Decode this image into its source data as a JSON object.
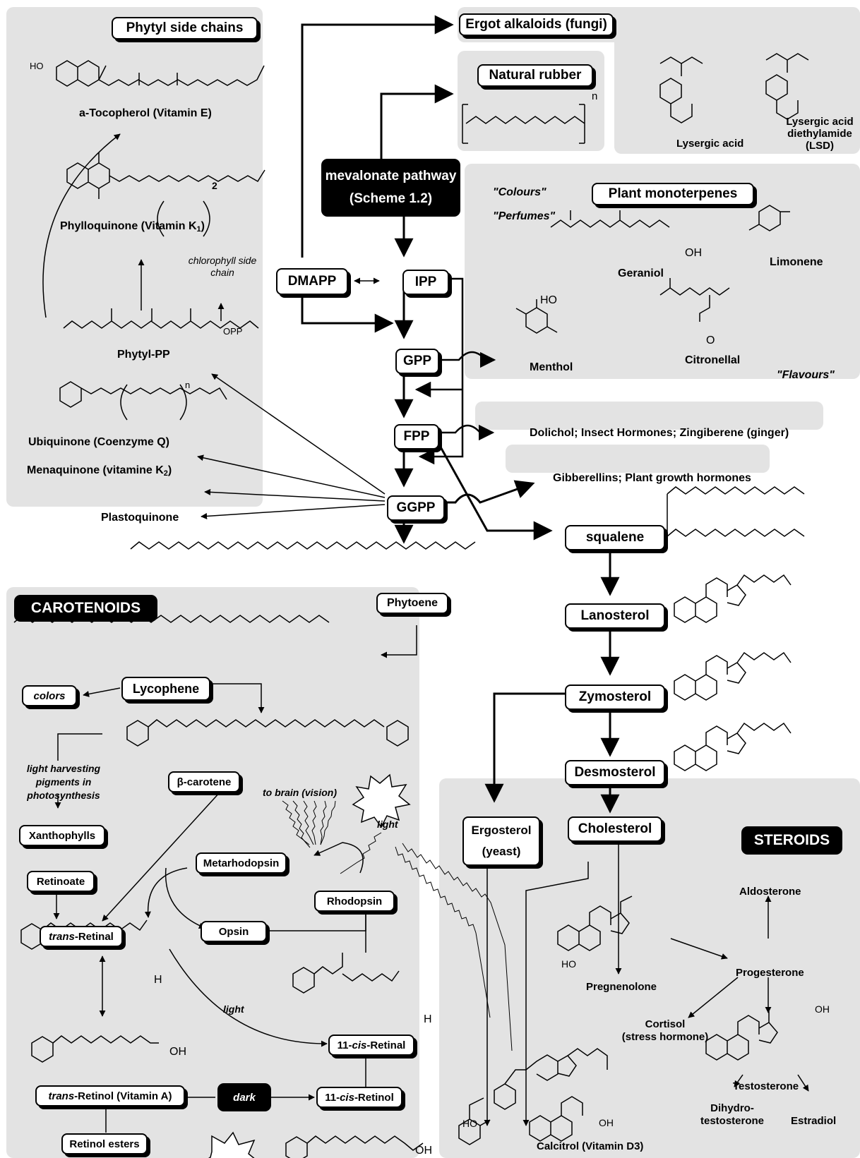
{
  "panels": {
    "phytyl_title": "Phytyl side chains",
    "ergot_title": "Ergot alkaloids (fungi)",
    "rubber_title": "Natural rubber",
    "monoterpenes_title": "Plant monoterpenes",
    "carotenoids_title": "CAROTENOIDS",
    "steroids_title": "STEROIDS"
  },
  "core": {
    "mevalonate_line1": "mevalonate pathway",
    "mevalonate_line2": "(Scheme 1.2)",
    "dmapp": "DMAPP",
    "ipp": "IPP",
    "gpp": "GPP",
    "fpp": "FPP",
    "ggpp": "GGPP"
  },
  "phytyl": {
    "tocopherol": "a-Tocopherol (Vitamin E)",
    "phylloquinone": "Phylloquinone (Vitamin K",
    "phylloquinone_sub": "1",
    "phylloquinone_end": ")",
    "chlorophyll": "chlorophyll side chain",
    "phytyl_pp": "Phytyl-PP",
    "opp": "OPP",
    "ubiquinone": "Ubiquinone (Coenzyme Q)",
    "menaquinone": "Menaquinone (vitamine K",
    "menaquinone_sub": "2",
    "menaquinone_end": ")",
    "plastoquinone": "Plastoquinone",
    "subscript_n": "n",
    "subscript_2": "2"
  },
  "ergot": {
    "lysergic": "Lysergic acid",
    "lsd_1": "Lysergic acid",
    "lsd_2": "diethylamide",
    "lsd_3": "(LSD)"
  },
  "rubber": {
    "n": "n"
  },
  "monoterpenes": {
    "colours": "\"Colours\"",
    "perfumes": "\"Perfumes\"",
    "flavours": "\"Flavours\"",
    "geraniol": "Geraniol",
    "limonene": "Limonene",
    "menthol": "Menthol",
    "citronellal": "Citronellal",
    "oh": "OH",
    "ho": "HO",
    "o": "O"
  },
  "branches": {
    "dolichol": "Dolichol; Insect Hormones; Zingiberene (ginger)",
    "gibberellins": "Gibberellins; Plant growth hormones"
  },
  "sterol_path": {
    "squalene": "squalene",
    "lanosterol": "Lanosterol",
    "zymosterol": "Zymosterol",
    "desmosterol": "Desmosterol",
    "cholesterol": "Cholesterol",
    "ergosterol_1": "Ergosterol",
    "ergosterol_2": "(yeast)"
  },
  "carotenoids": {
    "phytoene": "Phytoene",
    "lycophene": "Lycophene",
    "colors": "colors",
    "light_harvesting": "light harvesting pigments in photosynthesis",
    "beta_carotene": "β-carotene",
    "xanthophylls": "Xanthophylls",
    "retinoate": "Retinoate",
    "trans_retinal_it": "trans",
    "trans_retinal": "-Retinal",
    "metarhodopsin": "Metarhodopsin",
    "opsin": "Opsin",
    "rhodopsin": "Rhodopsin",
    "to_brain": "to brain (vision)",
    "light": "light",
    "light2": "light",
    "cis_retinal_pre": "11-",
    "cis_retinal_it": "cis",
    "cis_retinal_post": "-Retinal",
    "cis_retinol_pre": "11-",
    "cis_retinol_it": "cis",
    "cis_retinol_post": "-Retinol",
    "trans_retinol_it": "trans",
    "trans_retinol": "-Retinol (Vitamin A)",
    "dark": "dark",
    "retinol_esters": "Retinol esters",
    "h": "H",
    "oh": "OH"
  },
  "steroids": {
    "aldosterone": "Aldosterone",
    "progesterone": "Progesterone",
    "pregnenolone": "Pregnenolone",
    "cortisol_1": "Cortisol",
    "cortisol_2": "(stress hormone)",
    "testosterone": "Testosterone",
    "dihydro_1": "Dihydro-",
    "dihydro_2": "testosterone",
    "estradiol": "Estradiol",
    "calcitrol": "Calcitrol (Vitamin D3)",
    "ho": "HO",
    "oh": "OH"
  }
}
